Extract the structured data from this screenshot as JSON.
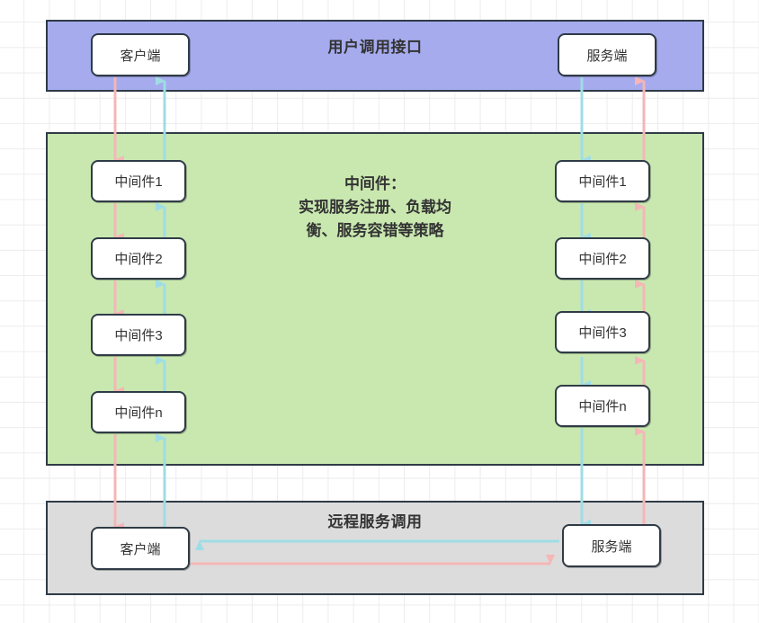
{
  "diagram": {
    "title": "用户调用接口 / 中间件 / 远程服务调用",
    "colors": {
      "user_band": "#a6abee",
      "middleware_band": "#c9e8b0",
      "remote_band": "#dcdcdc",
      "node_fill": "#ffffff",
      "stroke": "#2f3b46",
      "arrow_request": "#f6b6b6",
      "arrow_response": "#9fdde5",
      "grid": "#ececec",
      "text": "#333333"
    }
  },
  "bands": {
    "user": {
      "label": "用户调用接口",
      "left_node": "客户端",
      "right_node": "服务端"
    },
    "middleware": {
      "note_lines": [
        "中间件：",
        "实现服务注册、负载均",
        "衡、服务容错等策略"
      ],
      "left_stack": [
        "中间件1",
        "中间件2",
        "中间件3",
        "中间件n"
      ],
      "right_stack": [
        "中间件1",
        "中间件2",
        "中间件3",
        "中间件n"
      ]
    },
    "remote": {
      "label": "远程服务调用",
      "left_node": "客户端",
      "right_node": "服务端"
    }
  },
  "flows": {
    "request_direction": "down-left-column-then-right-to-server",
    "response_direction": "up-right-column-then-left-to-client"
  }
}
